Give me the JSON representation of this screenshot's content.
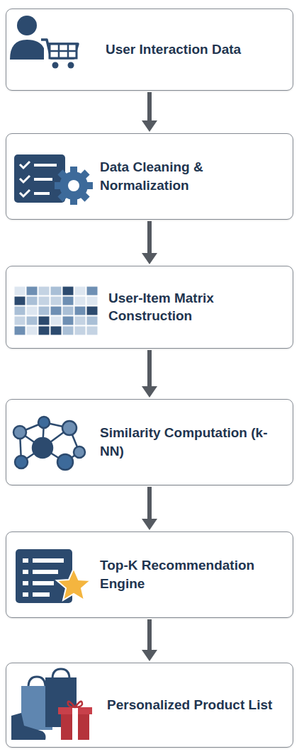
{
  "diagram": {
    "nodes": [
      {
        "text": [
          "User Interaction Data"
        ]
      },
      {
        "text": [
          "Data Cleaning & Normalization"
        ]
      },
      {
        "text": [
          "User-Item Matrix Construction"
        ]
      },
      {
        "text": [
          "Similarity Computation (k-NN)"
        ]
      },
      {
        "text": [
          "Top-K Recommendation Engine"
        ]
      },
      {
        "text": [
          "Personalized Product List"
        ]
      }
    ],
    "edges": [
      {
        "from": 0,
        "to": 1,
        "arrow": "to"
      },
      {
        "from": 1,
        "to": 2,
        "arrow": "to"
      },
      {
        "from": 2,
        "to": 3,
        "arrow": "to"
      },
      {
        "from": 3,
        "to": 4,
        "arrow": "to"
      },
      {
        "from": 4,
        "to": 5,
        "arrow": "to"
      }
    ]
  }
}
